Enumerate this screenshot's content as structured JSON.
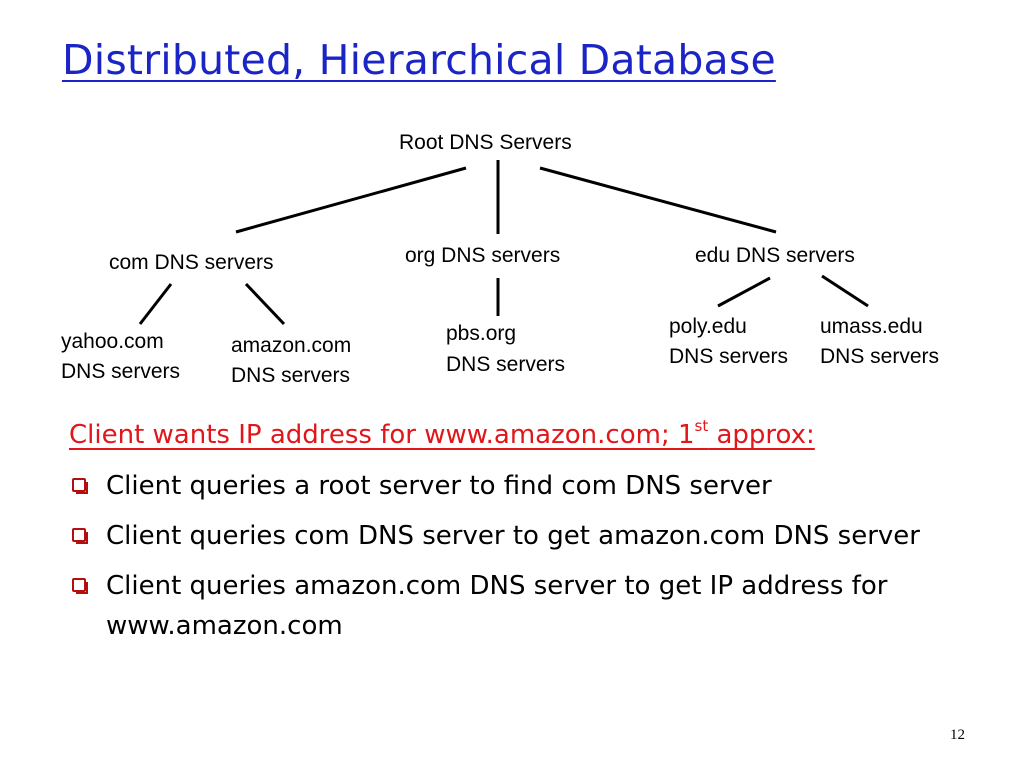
{
  "slide": {
    "title": "Distributed, Hierarchical Database",
    "page_number": "12"
  },
  "tree": {
    "root": "Root DNS Servers",
    "tld": [
      {
        "label": "com DNS servers"
      },
      {
        "label": "org DNS servers"
      },
      {
        "label": "edu DNS servers"
      }
    ],
    "authoritative": [
      {
        "line1": "yahoo.com",
        "line2": "DNS servers"
      },
      {
        "line1": "amazon.com",
        "line2": "DNS servers"
      },
      {
        "line1": "pbs.org",
        "line2": "DNS servers"
      },
      {
        "line1": "poly.edu",
        "line2": "DNS servers"
      },
      {
        "line1": "umass.edu",
        "line2": "DNS servers"
      }
    ]
  },
  "explanation": {
    "heading_pre": "Client wants IP address for www.amazon.com; 1",
    "heading_sup": "st",
    "heading_post": " approx:",
    "bullets": [
      "Client queries a root server to find com DNS server",
      "Client queries com DNS server to get amazon.com DNS server",
      "Client queries amazon.com DNS server to get  IP address for www.amazon.com"
    ]
  },
  "colors": {
    "title": "#1b24c4",
    "subtitle": "#e0161b",
    "bullet": "#b40f0f",
    "lines": "#000000"
  }
}
